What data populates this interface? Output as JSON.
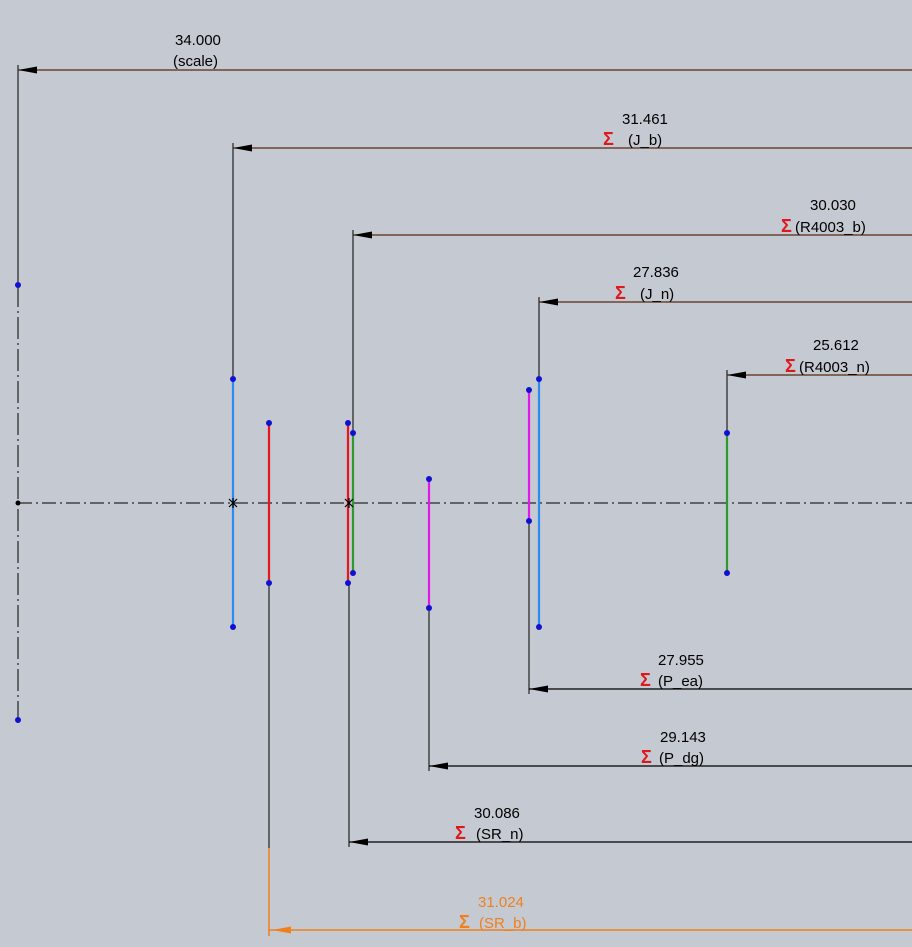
{
  "colors": {
    "background": "#c5c9d1",
    "dimension_line": "#5a2a12",
    "extension_line": "#000000",
    "centerline": "#000000",
    "sigma": "#e0171b",
    "selected_dimension": "#f0801e",
    "endpoint": "#1010d0",
    "segment_blue": "#2a8cf0",
    "segment_red": "#e8141e",
    "segment_green": "#2e9a2e",
    "segment_magenta": "#e018e8"
  },
  "dimensions": [
    {
      "id": "scale",
      "value": "34.000",
      "label": "(scale)",
      "sigma": "",
      "selected": false
    },
    {
      "id": "J_b",
      "value": "31.461",
      "label": "(J_b)",
      "sigma": "Σ",
      "selected": false
    },
    {
      "id": "R4003_b",
      "value": "30.030",
      "label": "(R4003_b)",
      "sigma": "Σ",
      "selected": false
    },
    {
      "id": "J_n",
      "value": "27.836",
      "label": "(J_n)",
      "sigma": "Σ",
      "selected": false
    },
    {
      "id": "R4003_n",
      "value": "25.612",
      "label": "(R4003_n)",
      "sigma": "Σ",
      "selected": false
    },
    {
      "id": "P_ea",
      "value": "27.955",
      "label": "(P_ea)",
      "sigma": "Σ",
      "selected": false
    },
    {
      "id": "P_dg",
      "value": "29.143",
      "label": "(P_dg)",
      "sigma": "Σ",
      "selected": false
    },
    {
      "id": "SR_n",
      "value": "30.086",
      "label": "(SR_n)",
      "sigma": "Σ",
      "selected": false
    },
    {
      "id": "SR_b",
      "value": "31.024",
      "label": "(SR_b)",
      "sigma": "Σ",
      "selected": true
    }
  ],
  "segments": [
    {
      "id": "scale-marker",
      "color": "black"
    },
    {
      "id": "J_b-element",
      "color": "blue"
    },
    {
      "id": "SR_b-element",
      "color": "red"
    },
    {
      "id": "SR_n-element",
      "color": "red"
    },
    {
      "id": "R4003_b-element",
      "color": "green"
    },
    {
      "id": "P_dg-element",
      "color": "magenta"
    },
    {
      "id": "P_ea-element",
      "color": "magenta"
    },
    {
      "id": "J_n-element",
      "color": "blue"
    },
    {
      "id": "R4003_n-element",
      "color": "green"
    }
  ],
  "icons": [
    "sigma-icon",
    "arrow-head-icon",
    "origin-point-icon"
  ]
}
